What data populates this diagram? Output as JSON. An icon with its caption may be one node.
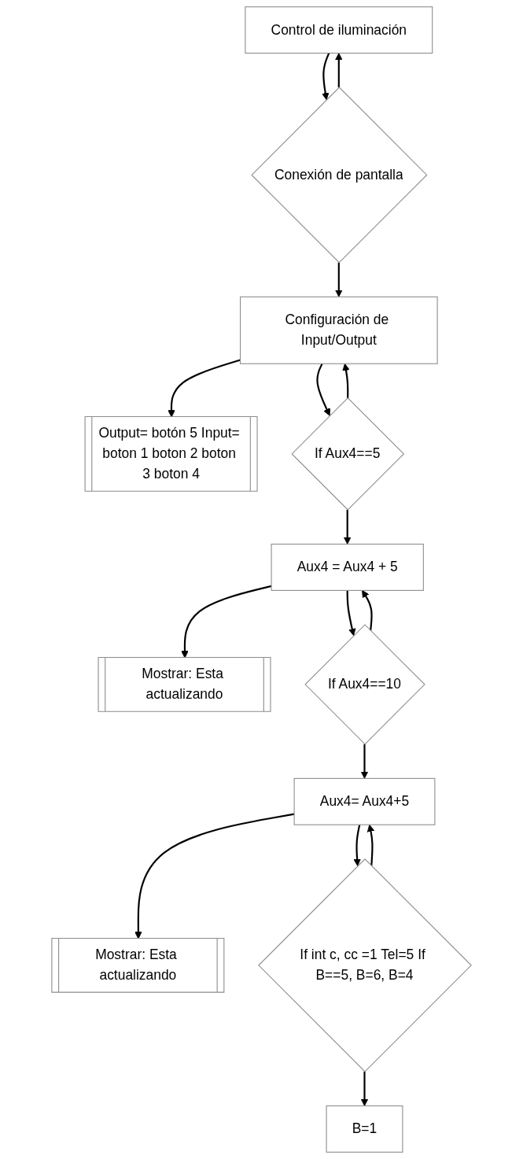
{
  "diagram": {
    "nodes": [
      {
        "text": [
          "Control de iluminación"
        ]
      },
      {
        "text": [
          "Conexión de pantalla"
        ]
      },
      {
        "text": [
          "Output= botón 5 Input= boton 1 boton 2 boton 3 boton 4"
        ]
      },
      {
        "text": [
          "Configuración de Input/Output"
        ]
      },
      {
        "text": [
          "If Aux4==5"
        ]
      },
      {
        "text": [
          "Mostrar: Esta actualizando"
        ]
      },
      {
        "text": [
          "Aux4 = Aux4 + 5"
        ]
      },
      {
        "text": [
          "If Aux4==10"
        ]
      },
      {
        "text": [
          "Mostrar: Esta actualizando"
        ]
      },
      {
        "text": [
          "Aux4= Aux4+5"
        ]
      },
      {
        "text": [
          "If int c, cc =1 Tel=5 If B==5, B=6, B=4"
        ]
      },
      {
        "text": [
          "B=1"
        ]
      }
    ],
    "edges": [
      {
        "from": 0,
        "to": 1,
        "arrow": "to"
      },
      {
        "from": 1,
        "to": 0,
        "arrow": "to"
      },
      {
        "from": 1,
        "to": 3,
        "arrow": "to"
      },
      {
        "from": 3,
        "to": 2,
        "arrow": "to"
      },
      {
        "from": 3,
        "to": 4,
        "arrow": "to"
      },
      {
        "from": 4,
        "to": 3,
        "arrow": "to"
      },
      {
        "from": 4,
        "to": 6,
        "arrow": "to"
      },
      {
        "from": 6,
        "to": 5,
        "arrow": "to"
      },
      {
        "from": 6,
        "to": 7,
        "arrow": "to"
      },
      {
        "from": 7,
        "to": 6,
        "arrow": "to"
      },
      {
        "from": 7,
        "to": 9,
        "arrow": "to"
      },
      {
        "from": 9,
        "to": 8,
        "arrow": "to"
      },
      {
        "from": 9,
        "to": 10,
        "arrow": "to"
      },
      {
        "from": 10,
        "to": 9,
        "arrow": "to"
      },
      {
        "from": 10,
        "to": 11,
        "arrow": "to"
      }
    ]
  }
}
